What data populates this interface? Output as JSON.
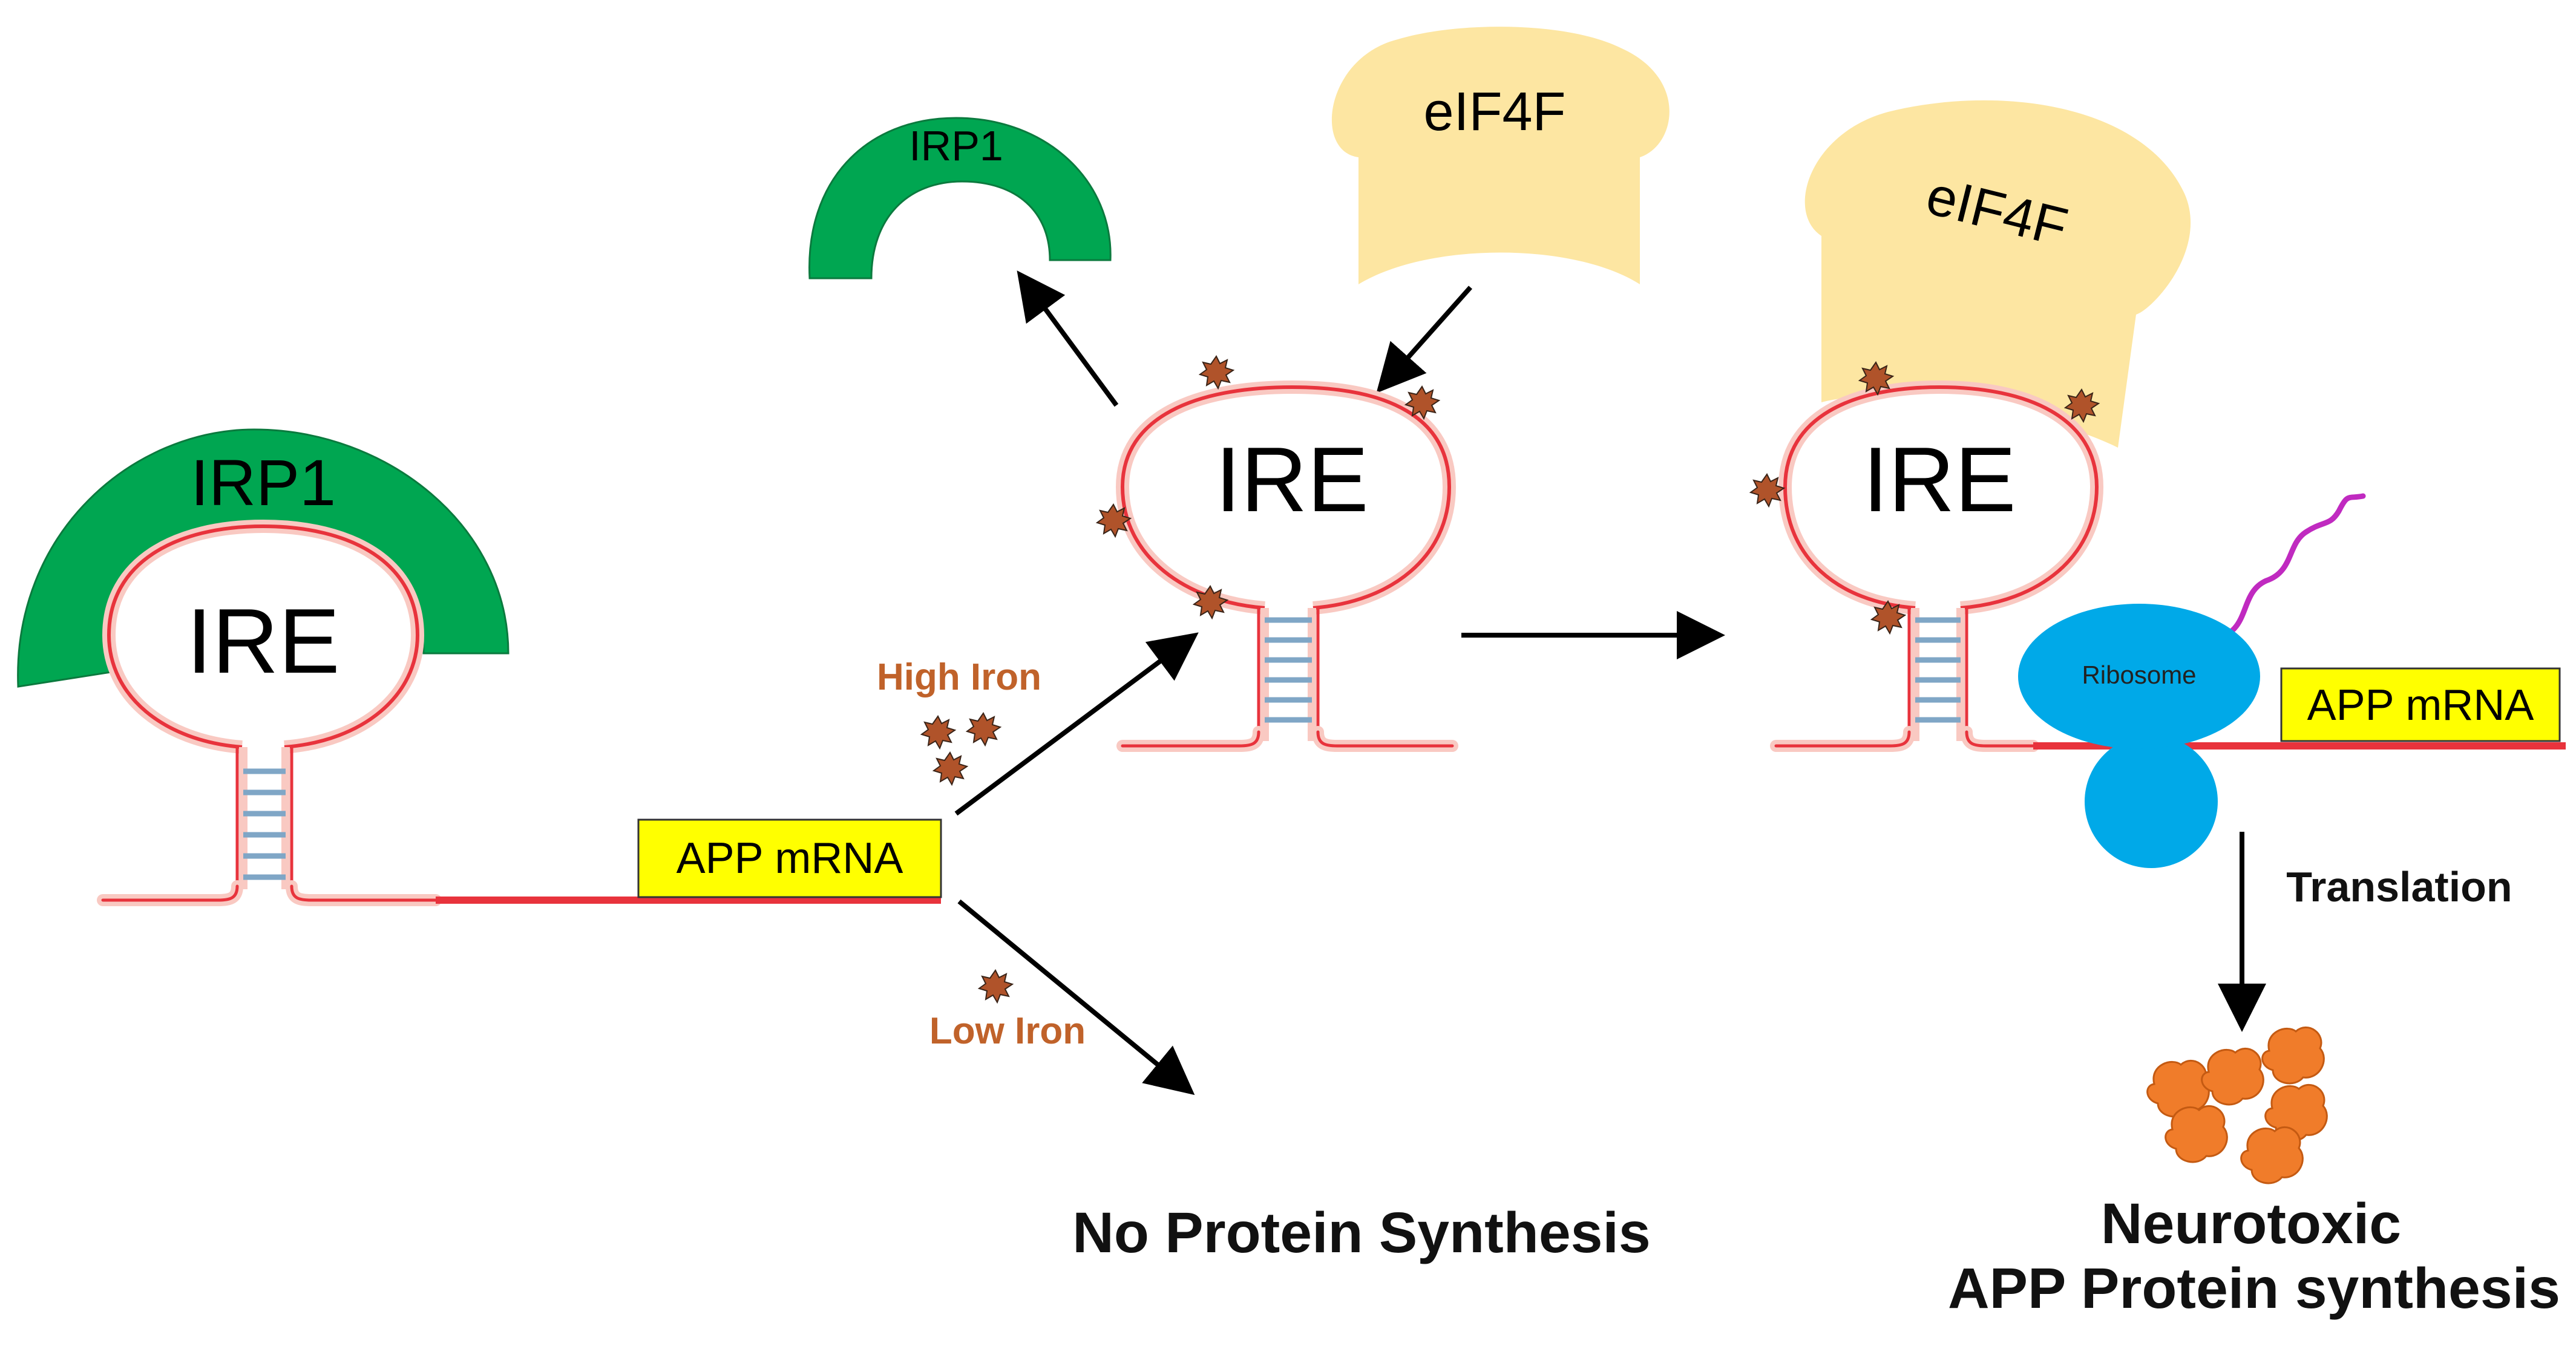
{
  "labels": {
    "ire": "IRE",
    "irp1": "IRP1",
    "eif4f": "eIF4F",
    "app_mrna": "APP mRNA",
    "high_iron": "High Iron",
    "low_iron": "Low Iron",
    "ribosome": "Ribosome",
    "translation": "Translation",
    "no_protein_synthesis": "No Protein Synthesis",
    "neurotoxic_line1": "Neurotoxic",
    "neurotoxic_line2": "APP Protein synthesis"
  },
  "colors": {
    "irp1": "#00a651",
    "eif4f": "#fde6a2",
    "mrna": "#e8333c",
    "mrna_pale": "#f9c9c2",
    "stem_rungs": "#7fa6c6",
    "app_box": "#ffff00",
    "iron": "#b0532a",
    "iron_label": "#c0622a",
    "ribosome": "#00a9e8",
    "peptide": "#c02ac0",
    "protein": "#f07c2a",
    "arrow": "#000000"
  }
}
